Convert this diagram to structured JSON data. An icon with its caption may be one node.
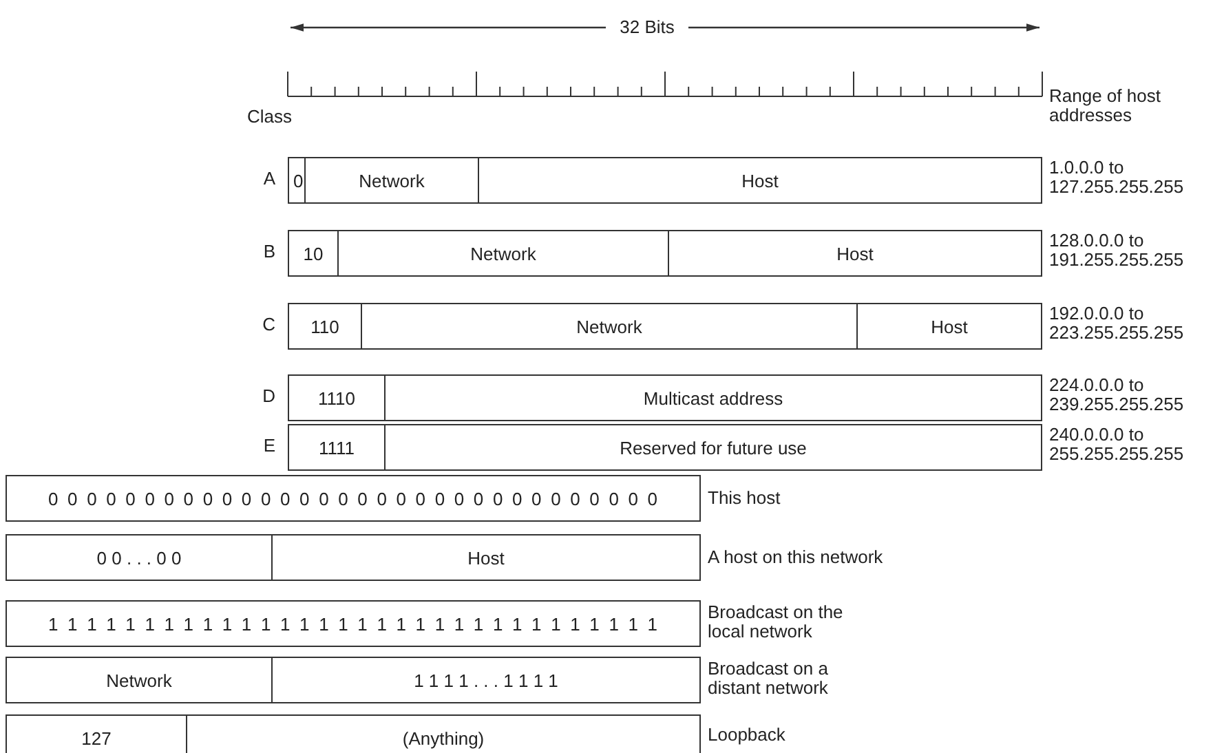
{
  "diagram": {
    "nodes": [
      {
        "text": [
          "0"
        ]
      },
      {
        "text": [
          "Network"
        ]
      },
      {
        "text": [
          "Host"
        ]
      },
      {
        "text": [
          "10"
        ]
      },
      {
        "text": [
          "Network"
        ]
      },
      {
        "text": [
          "Host"
        ]
      },
      {
        "text": [
          "110"
        ]
      },
      {
        "text": [
          "Network"
        ]
      },
      {
        "text": [
          "Host"
        ]
      },
      {
        "text": [
          "1110"
        ]
      },
      {
        "text": [
          "Multicast address"
        ]
      },
      {
        "text": [
          "1111"
        ]
      },
      {
        "text": [
          "Reserved for future use"
        ]
      },
      {
        "text": [
          "0 0 0 0 0 0 0 0 0 0 0 0 0 0 0 0 0 0 0 0 0 0 0 0 0 0 0 0 0 0 0 0"
        ]
      },
      {
        "text": [
          "0 0 . . . 0 0"
        ]
      },
      {
        "text": [
          "Host"
        ]
      },
      {
        "text": [
          "1 1 1 1 1 1 1 1 1 1 1 1 1 1 1 1 1 1 1 1 1 1 1 1 1 1 1 1 1 1 1 1"
        ]
      },
      {
        "text": [
          "Network"
        ]
      },
      {
        "text": [
          "1 1 1 1 . . . 1 1 1 1"
        ]
      },
      {
        "text": [
          "127"
        ]
      },
      {
        "text": [
          "(Anything)"
        ]
      }
    ],
    "edges": [],
    "labels": [
      "32 Bits",
      "Class",
      "Range of host addresses",
      "A",
      "1.0.0.0 to 127.255.255.255",
      "B",
      "128.0.0.0 to 191.255.255.255",
      "C",
      "192.0.0.0 to 223.255.255.255",
      "D",
      "224.0.0.0 to 239.255.255.255",
      "E",
      "240.0.0.0 to 255.255.255.255",
      "This host",
      "A host on this network",
      "Broadcast on the local network",
      "Broadcast on a distant network",
      "Loopback"
    ]
  }
}
